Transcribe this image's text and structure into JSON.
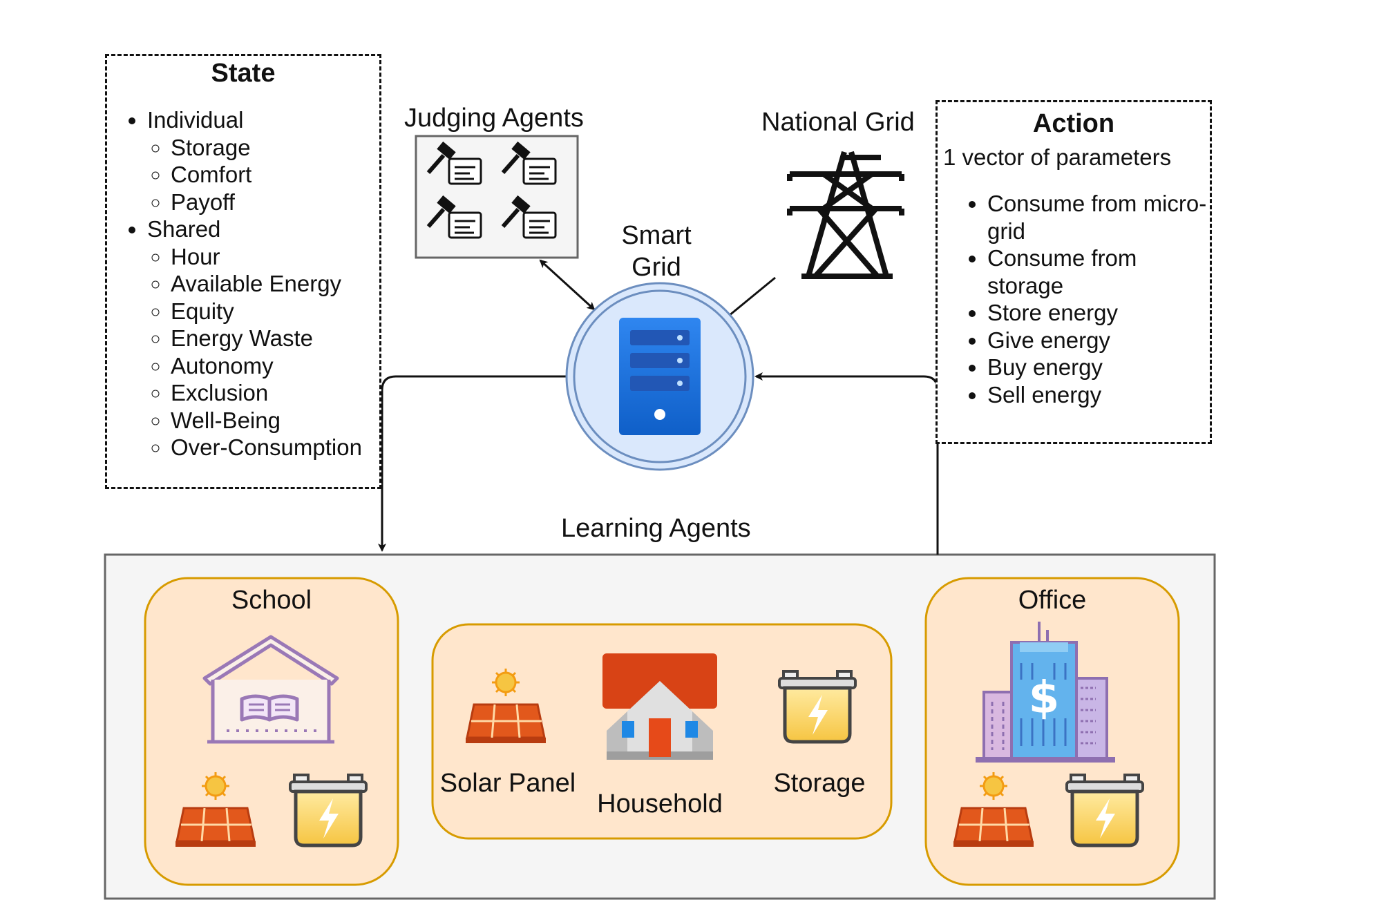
{
  "state": {
    "title": "State",
    "groups": [
      {
        "label": "Individual",
        "items": [
          "Storage",
          "Comfort",
          "Payoff"
        ]
      },
      {
        "label": "Shared",
        "items": [
          "Hour",
          "Available Energy",
          "Equity",
          "Energy Waste",
          "Autonomy",
          "Exclusion",
          "Well-Being",
          "Over-Consumption"
        ]
      }
    ]
  },
  "judging": {
    "label": "Judging Agents"
  },
  "national_grid": {
    "label": "National Grid"
  },
  "smart_grid": {
    "line1": "Smart",
    "line2": "Grid"
  },
  "action": {
    "title": "Action",
    "subtitle": "1 vector of parameters",
    "items": [
      "Consume from micro-grid",
      "Consume from storage",
      "Store energy",
      "Give energy",
      "Buy energy",
      "Sell energy"
    ]
  },
  "learning": {
    "label": "Learning Agents",
    "school": "School",
    "office": "Office",
    "solar_panel": "Solar Panel",
    "household": "Household",
    "storage": "Storage"
  },
  "colors": {
    "panel_fill": "#f5f5f5",
    "agent_fill": "#ffe6cc",
    "agent_border": "#d79b00",
    "smart_grid_fill": "#dae8fc",
    "smart_grid_border": "#6c8ebf",
    "server_blue": "#1a6fd6"
  },
  "icons": [
    "gavel-document-icon",
    "power-tower-icon",
    "server-icon",
    "school-building-icon",
    "solar-panel-icon",
    "battery-icon",
    "house-icon",
    "office-building-icon"
  ]
}
